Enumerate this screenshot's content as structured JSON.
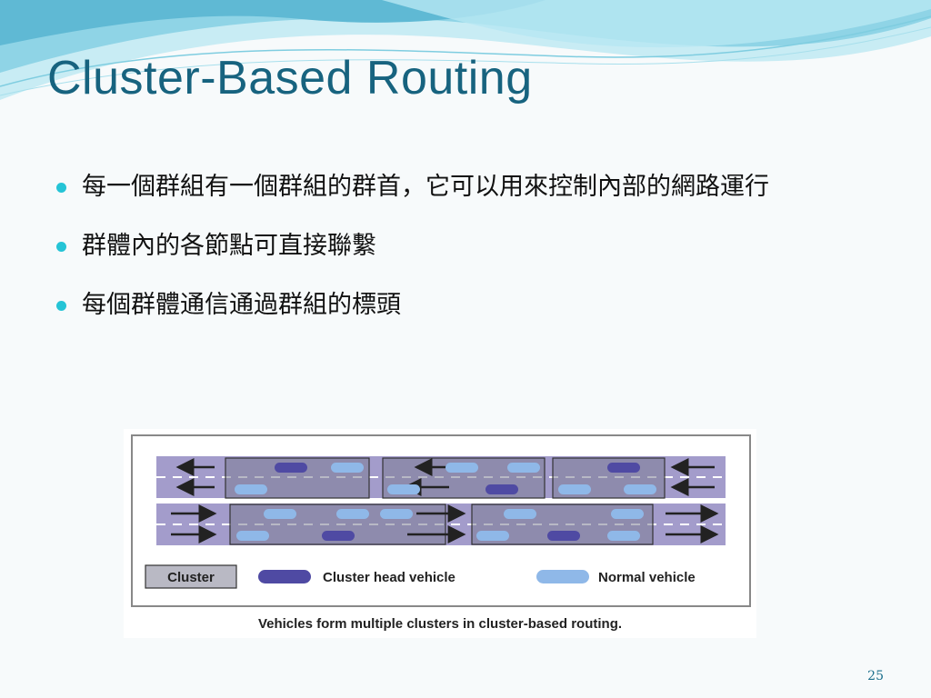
{
  "slide": {
    "title": "Cluster-Based Routing",
    "page_number": "25"
  },
  "bullets": [
    "每一個群組有一個群組的群首，它可以用來控制內部的網路運行",
    "群體內的各節點可直接聯繫",
    "每個群體通信通過群組的標頭"
  ],
  "figure": {
    "caption": "Vehicles form multiple clusters in cluster-based routing.",
    "legend": {
      "cluster": "Cluster",
      "cluster_head": "Cluster head vehicle",
      "normal": "Normal vehicle"
    },
    "colors": {
      "road": "#a39ccb",
      "cluster_fill": "#7d7d96",
      "cluster_head": "#4f4aa3",
      "normal": "#8fb8e8",
      "title": "#17637f",
      "bullet": "#25c4d6"
    },
    "road_top_direction": "left",
    "road_bottom_direction": "right"
  }
}
